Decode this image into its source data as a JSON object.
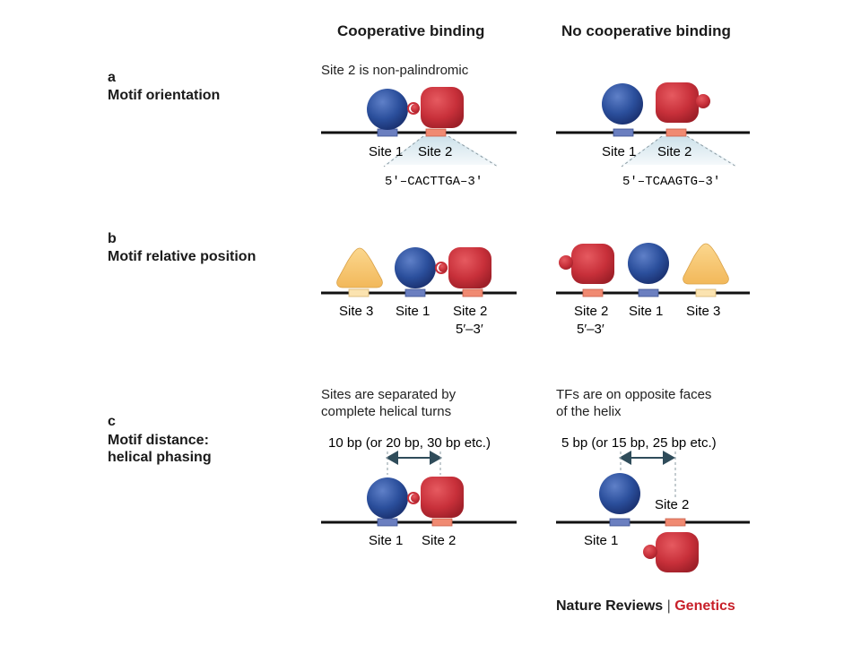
{
  "headers": {
    "cooperative": "Cooperative binding",
    "non_cooperative": "No cooperative binding"
  },
  "section_a": {
    "letter": "a",
    "title": "Motif orientation",
    "note": "Site 2 is non-palindromic",
    "site1": "Site 1",
    "site2": "Site 2",
    "seq_coop": "5′–CACTTGA–3′",
    "seq_noncoop": "5′–TCAAGTG–3′"
  },
  "section_b": {
    "letter": "b",
    "title": "Motif relative position",
    "site1": "Site 1",
    "site2": "Site 2",
    "site3": "Site 3",
    "orient": "5′–3′"
  },
  "section_c": {
    "letter": "c",
    "title_line1": "Motif distance:",
    "title_line2": "helical phasing",
    "note_coop_line1": "Sites are separated by",
    "note_coop_line2": "complete helical turns",
    "note_noncoop_line1": "TFs are on opposite faces",
    "note_noncoop_line2": "of the helix",
    "dist_coop": "10 bp (or 20 bp, 30 bp etc.)",
    "dist_noncoop": "5 bp (or 15 bp, 25 bp etc.)",
    "site1": "Site 1",
    "site2": "Site 2"
  },
  "footer": {
    "journal": "Nature Reviews",
    "separator": "|",
    "subject": "Genetics"
  },
  "colors": {
    "blue_tf": "#2b4f9c",
    "red_tf": "#c8303a",
    "yellow_tf": "#f6c66f",
    "site_blue": "#6b7fc0",
    "site_red": "#f08a72",
    "site_yellow": "#fbe3b0",
    "dna": "#111111",
    "arrow": "#2f4c5a"
  }
}
